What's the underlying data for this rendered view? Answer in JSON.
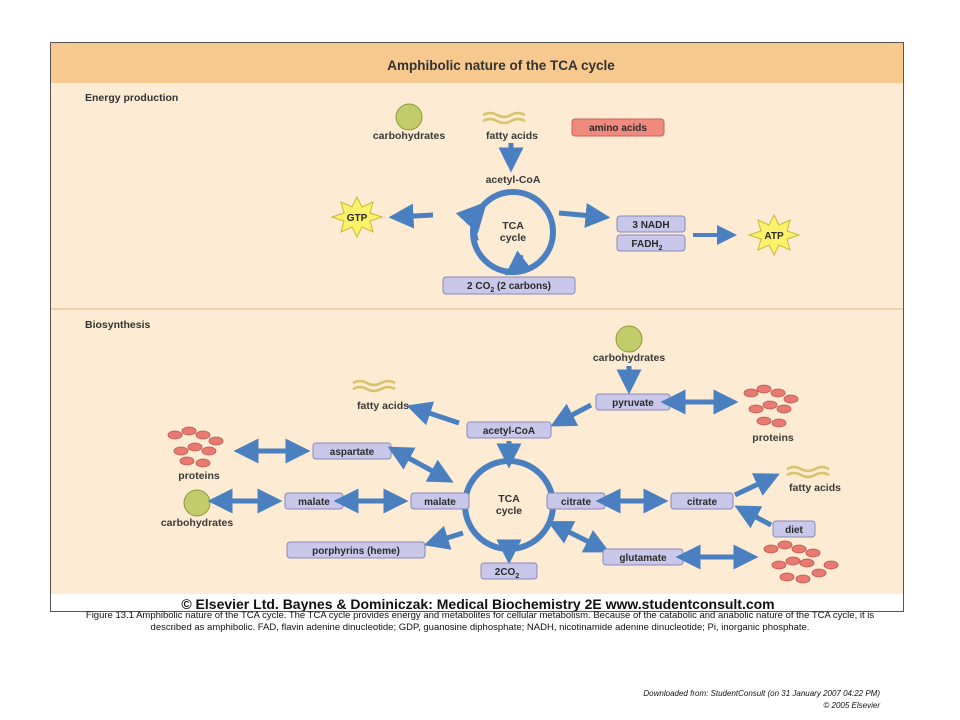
{
  "figure": {
    "title": "Amphibolic nature of the TCA cycle",
    "energy": {
      "section_title": "Energy production",
      "carbohydrates": "carbohydrates",
      "fatty_acids": "fatty acids",
      "amino_acids": "amino acids",
      "acetyl_coa": "acetyl-CoA",
      "tca_line1": "TCA",
      "tca_line2": "cycle",
      "gtp": "GTP",
      "nadh": "3 NADH",
      "fadh2": "FADH",
      "fadh2_sub": "2",
      "atp": "ATP",
      "co2_pre": "2 CO",
      "co2_sub": "2",
      "co2_post": " (2 carbons)"
    },
    "biosynthesis": {
      "section_title": "Biosynthesis",
      "carbohydrates_top": "carbohydrates",
      "pyruvate": "pyruvate",
      "proteins_right": "proteins",
      "fatty_acids_left": "fatty acids",
      "acetyl_coa": "acetyl-CoA",
      "aspartate": "aspartate",
      "proteins_left": "proteins",
      "malate_outer": "malate",
      "malate_inner": "malate",
      "carbohydrates_left": "carbohydrates",
      "tca_line1": "TCA",
      "tca_line2": "cycle",
      "citrate_inner": "citrate",
      "citrate_outer": "citrate",
      "fatty_acids_right": "fatty acids",
      "diet": "diet",
      "porphyrins": "porphyrins (heme)",
      "co2_pre": "2CO",
      "co2_sub": "2",
      "glutamate": "glutamate"
    },
    "copyright": "© Elsevier Ltd. Baynes & Dominiczak: Medical Biochemistry 2E www.studentconsult.com"
  },
  "caption": "Figure 13.1 Amphibolic nature of the TCA cycle. The TCA cycle provides energy and metabolites for cellular metabolism. Because of the catabolic and anabolic nature of the TCA cycle, it is described as amphibolic. FAD, flavin adenine dinucleotide; GDP, guanosine diphosphate; NADH, nicotinamide adenine dinucleotide; Pi, inorganic phosphate.",
  "source": {
    "line1": "Downloaded from: StudentConsult (on 31 January 2007 04:22 PM)",
    "line2": "© 2005 Elsevier"
  },
  "colors": {
    "background": "#fdebd3",
    "header_band": "#f7c98e",
    "arrow_blue": "#4a7fc0",
    "box_lavender": "#c9c8ea",
    "box_border": "#8a88b8",
    "amino_box": "#f08a7e",
    "carb_circle": "#c2cc6a",
    "star_yellow": "#faf26a",
    "protein_red": "#e87a70"
  }
}
